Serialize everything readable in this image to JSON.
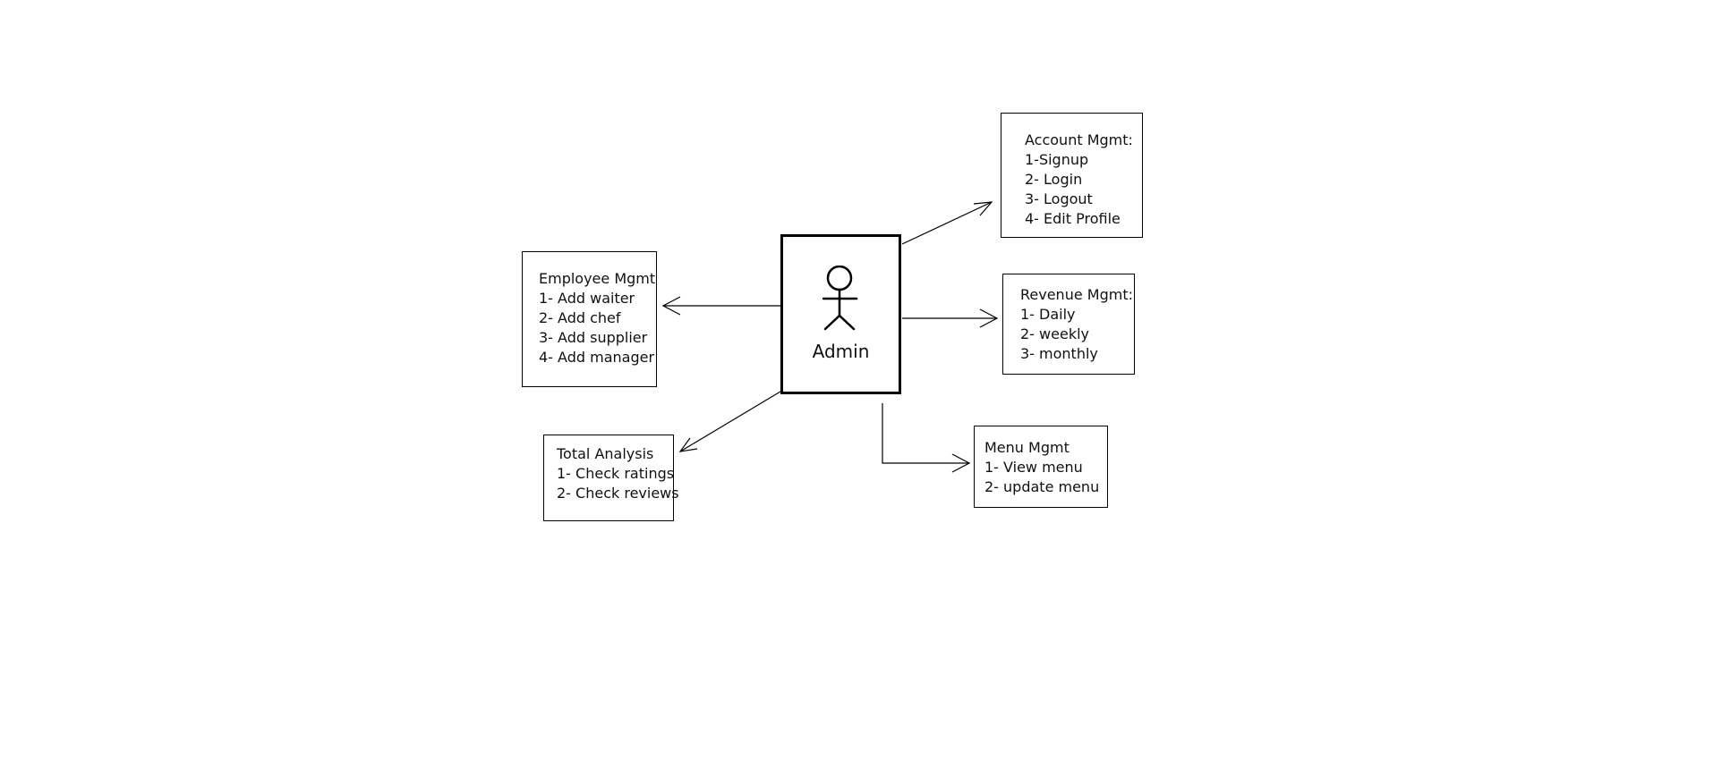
{
  "center": {
    "label": "Admin",
    "icon": "actor-stick-figure-icon"
  },
  "boxes": {
    "employee": {
      "title": "Employee Mgmt",
      "items": [
        "1- Add waiter",
        "2- Add chef",
        "3- Add supplier",
        "4- Add manager"
      ]
    },
    "account": {
      "title": "Account Mgmt:",
      "items": [
        "1-Signup",
        "2- Login",
        "3- Logout",
        "4- Edit Profile"
      ]
    },
    "revenue": {
      "title": "Revenue Mgmt:",
      "items": [
        "1- Daily",
        "2- weekly",
        "3- monthly"
      ]
    },
    "analysis": {
      "title": "Total Analysis",
      "items": [
        "1- Check ratings",
        "2- Check reviews"
      ]
    },
    "menu": {
      "title": "Menu Mgmt",
      "items": [
        "1- View menu",
        "2- update menu"
      ]
    }
  },
  "colors": {
    "stroke": "#000000",
    "background": "#ffffff"
  }
}
